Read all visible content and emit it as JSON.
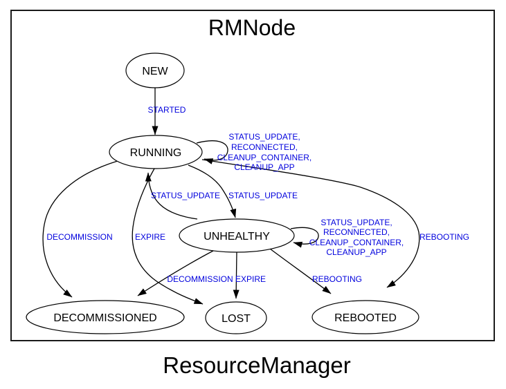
{
  "colors": {
    "label": "#0000dd",
    "stroke": "#000000",
    "border": "#1a1a1a",
    "background": "#ffffff"
  },
  "diagram": {
    "title": "RMNode",
    "subtitle": "ResourceManager",
    "nodes": [
      {
        "id": "new",
        "label": "NEW"
      },
      {
        "id": "running",
        "label": "RUNNING"
      },
      {
        "id": "unhealthy",
        "label": "UNHEALTHY"
      },
      {
        "id": "decommissioned",
        "label": "DECOMMISSIONED"
      },
      {
        "id": "lost",
        "label": "LOST"
      },
      {
        "id": "rebooted",
        "label": "REBOOTED"
      }
    ],
    "edge_labels": {
      "started": "STARTED",
      "running_loop": [
        "STATUS_UPDATE,",
        "RECONNECTED,",
        "CLEANUP_CONTAINER,",
        "CLEANUP_APP"
      ],
      "running_to_unhealthy": "STATUS_UPDATE",
      "unhealthy_to_running": "STATUS_UPDATE",
      "unhealthy_loop": [
        "STATUS_UPDATE,",
        "RECONNECTED,",
        "CLEANUP_CONTAINER,",
        "CLEANUP_APP"
      ],
      "running_to_decommissioned": "DECOMMISSION",
      "running_to_lost": "EXPIRE",
      "unhealthy_to_decommissioned": "DECOMMISSION",
      "unhealthy_to_lost": "EXPIRE",
      "unhealthy_to_rebooted": "REBOOTING",
      "running_to_rebooted": "REBOOTING"
    }
  }
}
